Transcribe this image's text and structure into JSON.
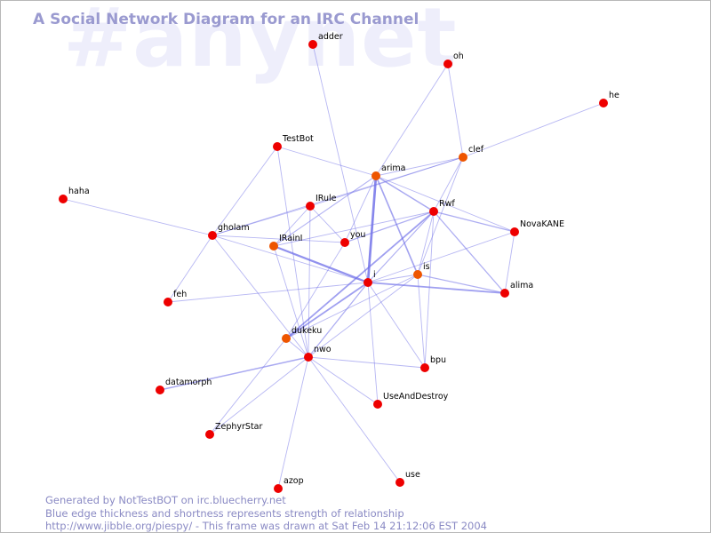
{
  "channel_watermark": "#anynet",
  "title": "A Social Network Diagram for an IRC Channel",
  "footer": {
    "line1": "Generated by NotTestBOT on irc.bluecherry.net",
    "line2": "Blue edge thickness and shortness represents strength of relationship",
    "line3": "http://www.jibble.org/piespy/ - This frame was drawn at Sat Feb 14 21:12:06 EST 2004"
  },
  "colors": {
    "node_red": "#ee0000",
    "node_orange": "#ee5500",
    "edge": "#7070e8",
    "label": "#000000",
    "title": "#9a9ad0",
    "watermark": "#eeeefb"
  },
  "nodes": [
    {
      "id": "adder",
      "label": "adder",
      "color": "red"
    },
    {
      "id": "oh",
      "label": "oh",
      "color": "red"
    },
    {
      "id": "he",
      "label": "he",
      "color": "red"
    },
    {
      "id": "TestBot",
      "label": "TestBot",
      "color": "red"
    },
    {
      "id": "clef",
      "label": "clef",
      "color": "orange"
    },
    {
      "id": "arima",
      "label": "arima",
      "color": "orange"
    },
    {
      "id": "haha",
      "label": "haha",
      "color": "red"
    },
    {
      "id": "IRule",
      "label": "IRule",
      "color": "red"
    },
    {
      "id": "Rwf",
      "label": "Rwf",
      "color": "red"
    },
    {
      "id": "NovaKANE",
      "label": "NovaKANE",
      "color": "red"
    },
    {
      "id": "gholam",
      "label": "gholam",
      "color": "red"
    },
    {
      "id": "IRainI",
      "label": "IRainI",
      "color": "orange"
    },
    {
      "id": "you",
      "label": "you",
      "color": "red"
    },
    {
      "id": "is",
      "label": "is",
      "color": "orange"
    },
    {
      "id": "i",
      "label": "i",
      "color": "red"
    },
    {
      "id": "alima",
      "label": "alima",
      "color": "red"
    },
    {
      "id": "feh",
      "label": "feh",
      "color": "red"
    },
    {
      "id": "dukeku",
      "label": "dukeku",
      "color": "orange"
    },
    {
      "id": "nwo",
      "label": "nwo",
      "color": "red"
    },
    {
      "id": "bpu",
      "label": "bpu",
      "color": "red"
    },
    {
      "id": "datamorph",
      "label": "datamorph",
      "color": "red"
    },
    {
      "id": "UseAndDestroy",
      "label": "UseAndDestroy",
      "color": "red"
    },
    {
      "id": "ZephyrStar",
      "label": "ZephyrStar",
      "color": "red"
    },
    {
      "id": "use",
      "label": "use",
      "color": "red"
    },
    {
      "id": "azop",
      "label": "azop",
      "color": "red"
    }
  ],
  "edges": [
    {
      "source": "arima",
      "target": "i",
      "weight": 3
    },
    {
      "source": "IRainI",
      "target": "i",
      "weight": 2.5
    },
    {
      "source": "i",
      "target": "alima",
      "weight": 2
    },
    {
      "source": "Rwf",
      "target": "dukeku",
      "weight": 2
    },
    {
      "source": "i",
      "target": "dukeku",
      "weight": 2
    },
    {
      "source": "arima",
      "target": "is",
      "weight": 1.8
    },
    {
      "source": "datamorph",
      "target": "nwo",
      "weight": 1.6
    },
    {
      "source": "arima",
      "target": "Rwf",
      "weight": 1.6
    },
    {
      "source": "Rwf",
      "target": "NovaKANE",
      "weight": 1.4
    },
    {
      "source": "Rwf",
      "target": "alima",
      "weight": 1.4
    },
    {
      "source": "you",
      "target": "Rwf",
      "weight": 1.4
    },
    {
      "source": "is",
      "target": "alima",
      "weight": 1.3
    },
    {
      "source": "i",
      "target": "nwo",
      "weight": 1.4
    },
    {
      "source": "Rwf",
      "target": "i",
      "weight": 1.3
    },
    {
      "source": "arima",
      "target": "IRainI",
      "weight": 1.2
    },
    {
      "source": "arima",
      "target": "clef",
      "weight": 1
    },
    {
      "source": "arima",
      "target": "you",
      "weight": 1
    },
    {
      "source": "arima",
      "target": "NovaKANE",
      "weight": 1
    },
    {
      "source": "adder",
      "target": "i",
      "weight": 1
    },
    {
      "source": "clef",
      "target": "Rwf",
      "weight": 1
    },
    {
      "source": "clef",
      "target": "gholam",
      "weight": 1
    },
    {
      "source": "clef",
      "target": "IRule",
      "weight": 1
    },
    {
      "source": "clef",
      "target": "is",
      "weight": 1
    },
    {
      "source": "oh",
      "target": "clef",
      "weight": 1
    },
    {
      "source": "oh",
      "target": "arima",
      "weight": 1
    },
    {
      "source": "he",
      "target": "clef",
      "weight": 1
    },
    {
      "source": "TestBot",
      "target": "arima",
      "weight": 1
    },
    {
      "source": "TestBot",
      "target": "gholam",
      "weight": 1
    },
    {
      "source": "TestBot",
      "target": "nwo",
      "weight": 1
    },
    {
      "source": "IRule",
      "target": "IRainI",
      "weight": 1
    },
    {
      "source": "IRule",
      "target": "you",
      "weight": 1
    },
    {
      "source": "IRule",
      "target": "nwo",
      "weight": 1
    },
    {
      "source": "haha",
      "target": "gholam",
      "weight": 1
    },
    {
      "source": "gholam",
      "target": "IRule",
      "weight": 1
    },
    {
      "source": "gholam",
      "target": "you",
      "weight": 1
    },
    {
      "source": "gholam",
      "target": "i",
      "weight": 1
    },
    {
      "source": "gholam",
      "target": "feh",
      "weight": 1
    },
    {
      "source": "gholam",
      "target": "nwo",
      "weight": 1
    },
    {
      "source": "you",
      "target": "dukeku",
      "weight": 1
    },
    {
      "source": "is",
      "target": "Rwf",
      "weight": 1
    },
    {
      "source": "NovaKANE",
      "target": "alima",
      "weight": 1
    },
    {
      "source": "i",
      "target": "NovaKANE",
      "weight": 1
    },
    {
      "source": "i",
      "target": "is",
      "weight": 1
    },
    {
      "source": "i",
      "target": "UseAndDestroy",
      "weight": 1
    },
    {
      "source": "i",
      "target": "bpu",
      "weight": 1
    },
    {
      "source": "feh",
      "target": "i",
      "weight": 1
    },
    {
      "source": "dukeku",
      "target": "nwo",
      "weight": 1
    },
    {
      "source": "dukeku",
      "target": "is",
      "weight": 1
    },
    {
      "source": "dukeku",
      "target": "ZephyrStar",
      "weight": 1
    },
    {
      "source": "nwo",
      "target": "bpu",
      "weight": 1
    },
    {
      "source": "nwo",
      "target": "is",
      "weight": 1
    },
    {
      "source": "nwo",
      "target": "UseAndDestroy",
      "weight": 1
    },
    {
      "source": "nwo",
      "target": "ZephyrStar",
      "weight": 1
    },
    {
      "source": "nwo",
      "target": "azop",
      "weight": 1
    },
    {
      "source": "nwo",
      "target": "use",
      "weight": 1
    },
    {
      "source": "is",
      "target": "bpu",
      "weight": 1
    },
    {
      "source": "IRainI",
      "target": "nwo",
      "weight": 1
    },
    {
      "source": "IRainI",
      "target": "Rwf",
      "weight": 1
    },
    {
      "source": "Rwf",
      "target": "bpu",
      "weight": 1
    }
  ]
}
